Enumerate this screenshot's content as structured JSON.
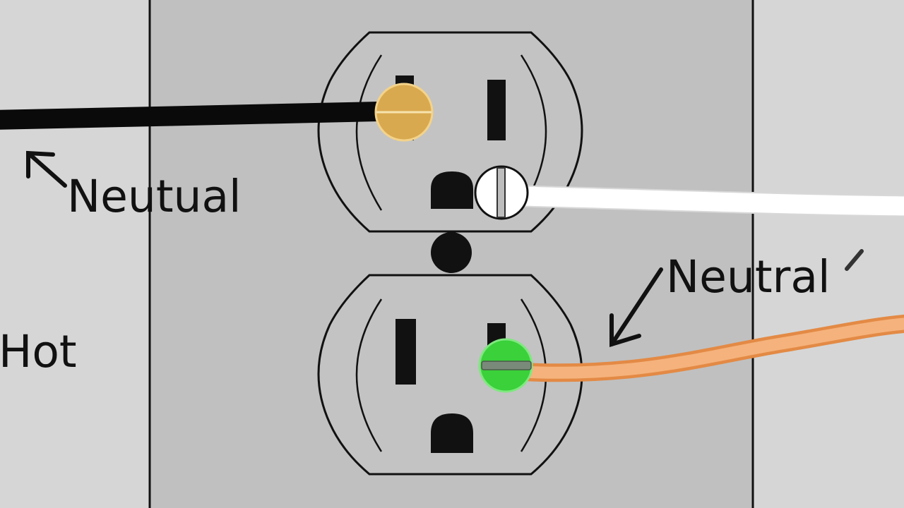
{
  "labels": {
    "neutral_top": "Neutual",
    "hot": "Hot",
    "neutral_right": "Neutral"
  },
  "colors": {
    "wall": "#d6d6d6",
    "plate": "#c0c0c0",
    "outline": "#111111",
    "hot_wire": "#0a0a0a",
    "neutral_wire": "#ffffff",
    "ground_wire": "#f2a66a",
    "brass_screw": "#d9a94f",
    "silver_screw": "#ffffff",
    "ground_screw": "#3ad13a"
  },
  "icons": {
    "top_screw": "brass-terminal-screw",
    "middle_screw": "silver-terminal-screw",
    "bottom_screw": "green-ground-screw",
    "left_arrow": "arrow-up-left-icon",
    "right_arrow": "arrow-down-left-icon"
  }
}
